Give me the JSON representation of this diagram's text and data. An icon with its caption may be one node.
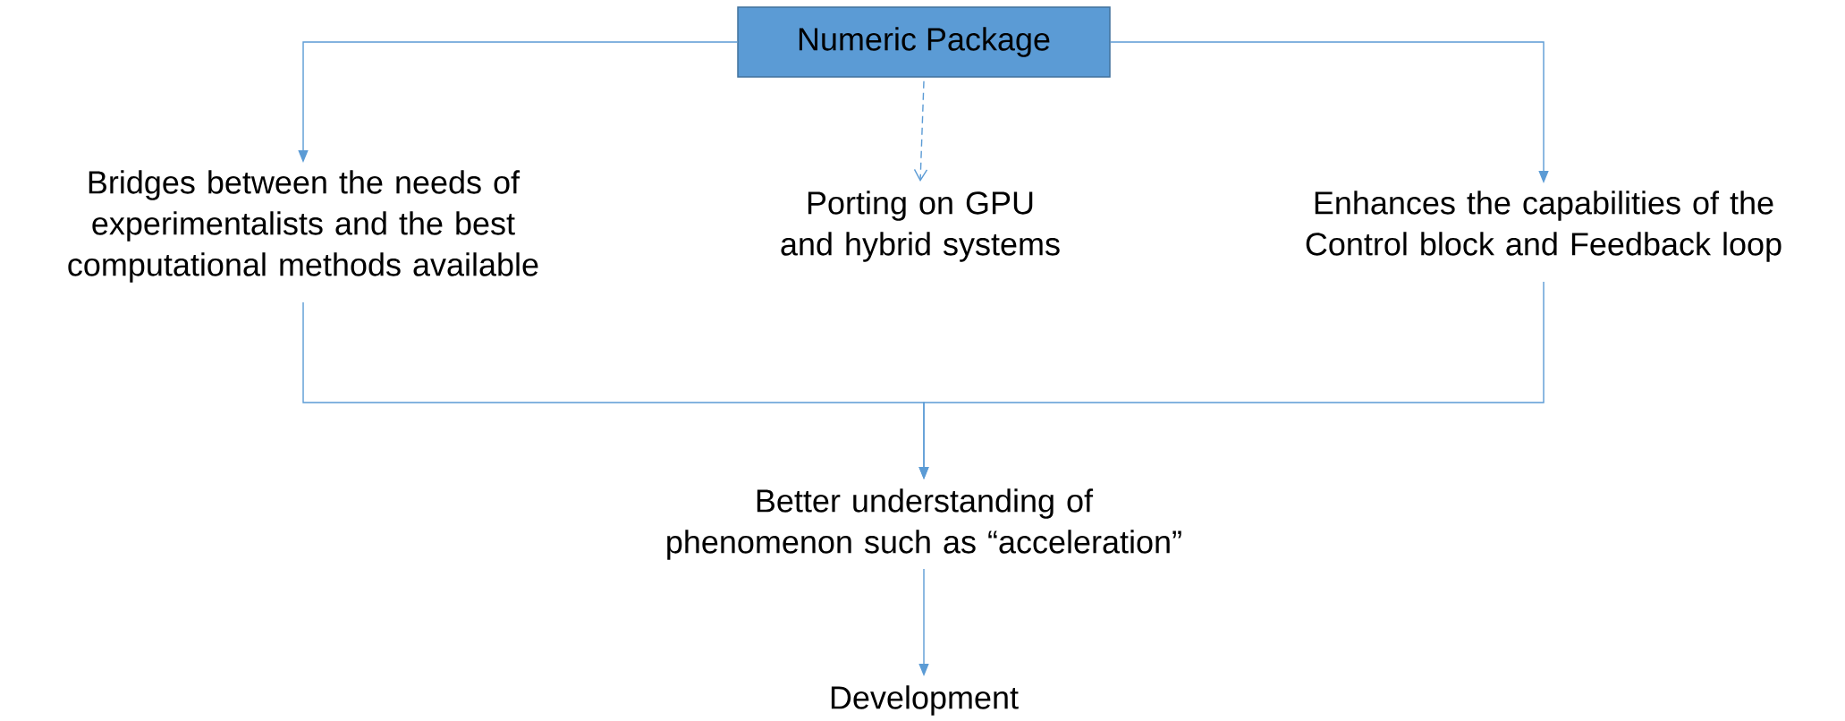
{
  "diagram": {
    "nodes": [
      {
        "text": [
          "Numeric Package"
        ]
      },
      {
        "text": [
          "Bridges between the needs of experimentalists and the best computational methods available"
        ]
      },
      {
        "text": [
          "Porting on GPU and hybrid systems"
        ]
      },
      {
        "text": [
          "Enhances the capabilities of the Control block and Feedback loop"
        ]
      },
      {
        "text": [
          "Better understanding of phenomenon such as “acceleration”"
        ]
      },
      {
        "text": [
          "Development"
        ]
      }
    ],
    "edges": [
      {
        "from": 0,
        "to": 1,
        "arrow": "to"
      },
      {
        "from": 0,
        "to": 2,
        "arrow": "to",
        "style": "dashed"
      },
      {
        "from": 0,
        "to": 3,
        "arrow": "to"
      },
      {
        "from": 1,
        "to": 4,
        "arrow": "to"
      },
      {
        "from": 3,
        "to": 4,
        "arrow": "to"
      },
      {
        "from": 4,
        "to": 5,
        "arrow": "to"
      }
    ]
  }
}
